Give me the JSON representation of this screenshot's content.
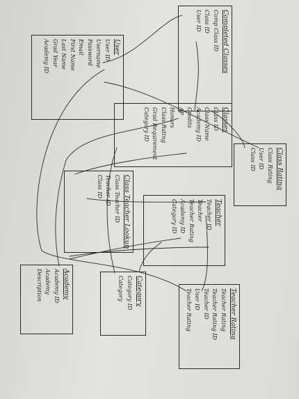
{
  "tables": [
    {
      "key": "user",
      "title": "User",
      "fields": [
        "User ID",
        "Username",
        "Password",
        "Email",
        "First Name",
        "Last Name",
        "Grad Year",
        "Academy ID"
      ]
    },
    {
      "key": "completed",
      "title": "Completed Classes",
      "fields": [
        "Comp Class ID",
        "Class ID",
        "User ID"
      ]
    },
    {
      "key": "classes",
      "title": "Classes",
      "fields": [
        "Class ID",
        "Class Name",
        "Academy ID",
        "Credits",
        "AP",
        "Honors",
        "Class Rating",
        "Grad Requirement",
        "Category ID"
      ]
    },
    {
      "key": "class_rating",
      "title": "Class Rating",
      "fields": [
        "Class Rating",
        "User ID",
        "Class ID"
      ]
    },
    {
      "key": "class_teacher",
      "title": "Class Teacher Lookup",
      "fields": [
        "Class Teacher ID",
        "Teacher ID",
        "Class ID"
      ]
    },
    {
      "key": "teacher",
      "title": "Teacher",
      "fields": [
        "Teacher ID",
        "Teacher",
        "Teacher Rating",
        "Academy ID",
        "Category ID"
      ]
    },
    {
      "key": "academy",
      "title": "Academy",
      "fields": [
        "Academy ID",
        "Academy",
        "Description"
      ]
    },
    {
      "key": "category",
      "title": "Category",
      "fields": [
        "Category ID",
        "Category"
      ]
    },
    {
      "key": "teacher_rating",
      "title": "Teacher Rating",
      "fields": [
        "Teacher Rating",
        "Teacher Rating ID",
        "Teacher ID",
        "User ID",
        "Teacher Rating"
      ]
    }
  ],
  "style": {
    "ink": "#2b2b2b",
    "paper": "#dcdcd9"
  }
}
